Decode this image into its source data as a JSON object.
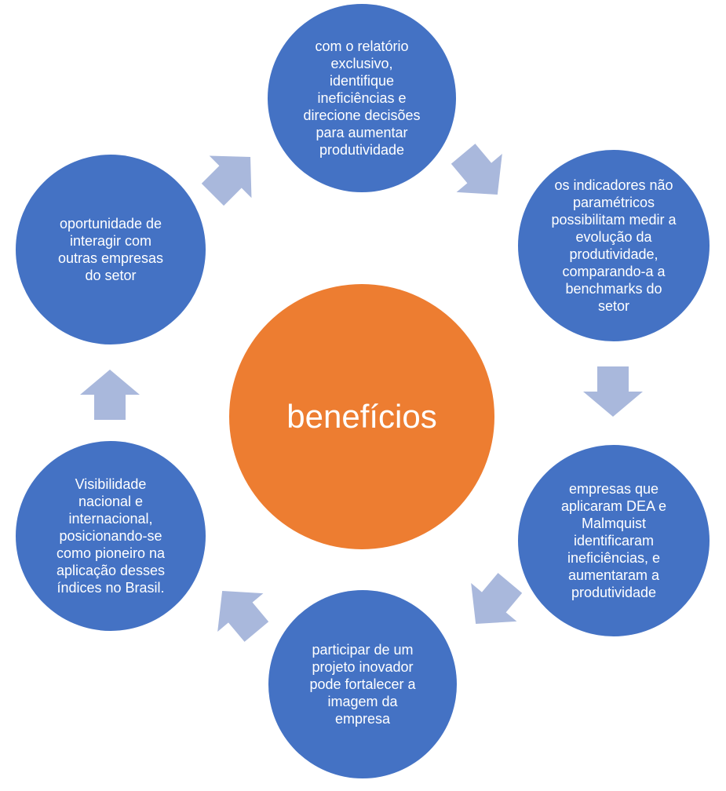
{
  "center": {
    "label": "benefícios"
  },
  "nodes": {
    "top": "com o relatório\nexclusivo,\nidentifique\nineficiências e\ndirecione decisões\npara aumentar\nprodutividade",
    "upper_right": "os indicadores não\nparamétricos\npossibilitam medir a\nevolução da\nprodutividade,\ncomparando-a a\nbenchmarks do\nsetor",
    "lower_right": "empresas que\naplicaram DEA e\nMalmquist\nidentificaram\nineficiências, e\naumentaram a\nprodutividade",
    "bottom": "participar de um\nprojeto inovador\npode fortalecer a\nimagem da\nempresa",
    "lower_left": "Visibilidade\nnacional e\ninternacional,\nposicionando-se\ncomo pioneiro na\naplicação desses\níndices no Brasil.",
    "upper_left": "oportunidade de\ninteragir com\noutras empresas\ndo setor"
  },
  "colors": {
    "node": "#4472c4",
    "center": "#ed7d31",
    "arrow": "#a9b8dc",
    "text": "#ffffff"
  }
}
